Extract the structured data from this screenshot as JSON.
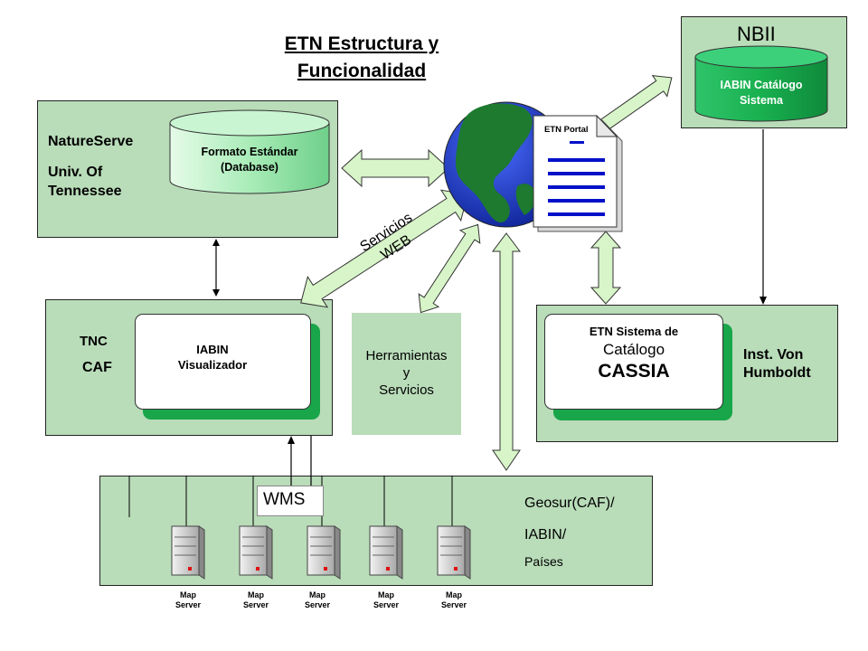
{
  "title": {
    "line1": "ETN Estructura y",
    "line2": "Funcionalidad"
  },
  "natureserve": {
    "org1": "NatureServe",
    "org2_line1": "Univ. Of",
    "org2_line2": "Tennessee",
    "db_line1": "Formato Estándar",
    "db_line2": "(Database)"
  },
  "nbii": {
    "label": "NBII",
    "db_line1": "IABIN Catálogo",
    "db_line2": "Sistema"
  },
  "portal": {
    "label": "ETN Portal"
  },
  "web_services": {
    "line1": "Servicios",
    "line2": "WEB"
  },
  "tnc": {
    "org1": "TNC",
    "org2": "CAF",
    "card_line1": "IABIN",
    "card_line2": "Visualizador"
  },
  "tools": {
    "line1": "Herramientas",
    "line2": "y",
    "line3": "Servicios"
  },
  "humboldt": {
    "card_line1": "ETN Sistema de",
    "card_line2": "Catálogo",
    "card_line3": "CASSIA",
    "org_line1": "Inst. Von",
    "org_line2": "Humboldt"
  },
  "geosur": {
    "wms": "WMS",
    "line1": "Geosur(CAF)/",
    "line2": "IABIN/",
    "line3": "Países"
  },
  "servers": [
    {
      "line1": "Map",
      "line2": "Server"
    },
    {
      "line1": "Map",
      "line2": "Server"
    },
    {
      "line1": "Map",
      "line2": "Server"
    },
    {
      "line1": "Map",
      "line2": "Server"
    },
    {
      "line1": "Map",
      "line2": "Server"
    }
  ],
  "colors": {
    "box_fill": "#b9dcb9",
    "cylinder_green": "#19b050",
    "globe_ocean": "#1f3fd8",
    "land_green": "#1d7a2e",
    "arrow_fill": "#d7f5c8"
  },
  "icons": {
    "globe": "globe-icon",
    "document": "document-icon",
    "server": "server-icon",
    "database": "database-icon"
  }
}
